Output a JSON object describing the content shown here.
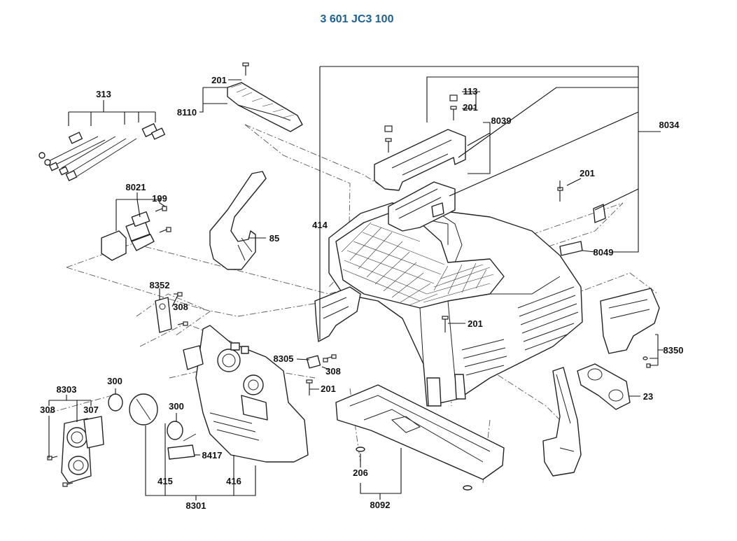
{
  "title": "3 601 JC3 100",
  "labels": {
    "l313": "313",
    "l201a": "201",
    "l8110": "8110",
    "l113": "113",
    "l201b": "201",
    "l8039": "8039",
    "l8034": "8034",
    "l8021": "8021",
    "l199": "199",
    "l201c": "201",
    "l414": "414",
    "l85": "85",
    "l8049": "8049",
    "l8352": "8352",
    "l308a": "308",
    "l201d": "201",
    "l8305": "8305",
    "l308b": "308",
    "l201e": "201",
    "l8350": "8350",
    "l8303": "8303",
    "l300a": "300",
    "l308c": "308",
    "l307": "307",
    "l300b": "300",
    "l23": "23",
    "l8417": "8417",
    "l206": "206",
    "l415": "415",
    "l416": "416",
    "l8092": "8092",
    "l8301": "8301"
  },
  "colors": {
    "title": "#1f5f8b",
    "line": "#222222"
  }
}
